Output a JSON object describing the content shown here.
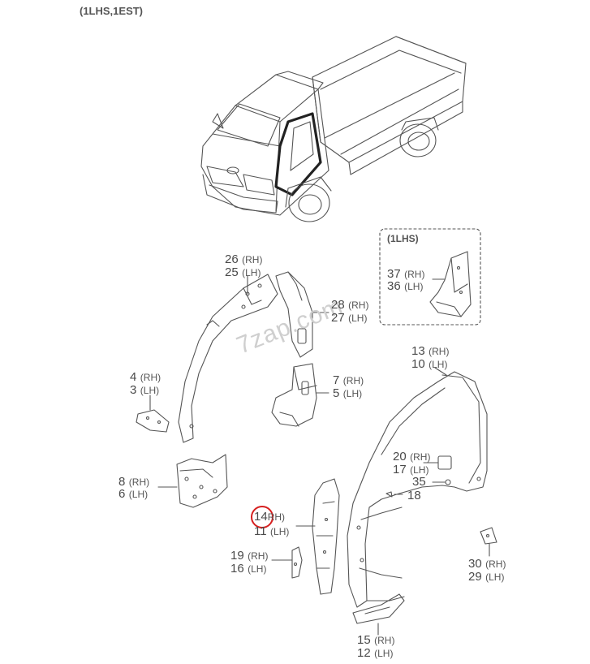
{
  "header": {
    "variant": "(1LHS,1EST)"
  },
  "inset_title": "(1LHS)",
  "watermark": "7zap.com",
  "colors": {
    "line": "#555555",
    "highlight": "#d62020",
    "text": "#4a4a4a"
  },
  "labels": [
    {
      "id": "26",
      "rh": "(RH)"
    },
    {
      "id": "25",
      "lh": "(LH)"
    },
    {
      "id": "28",
      "rh": "(RH)"
    },
    {
      "id": "27",
      "lh": "(LH)"
    },
    {
      "id": "37",
      "rh": "(RH)"
    },
    {
      "id": "36",
      "lh": "(LH)"
    },
    {
      "id": "13",
      "rh": "(RH)"
    },
    {
      "id": "10",
      "lh": "(LH)"
    },
    {
      "id": "4",
      "rh": "(RH)"
    },
    {
      "id": "3",
      "lh": "(LH)"
    },
    {
      "id": "7",
      "rh": "(RH)"
    },
    {
      "id": "5",
      "lh": "(LH)"
    },
    {
      "id": "20",
      "rh": "(RH)"
    },
    {
      "id": "17",
      "lh": "(LH)"
    },
    {
      "id": "35"
    },
    {
      "id": "18"
    },
    {
      "id": "8",
      "rh": "(RH)"
    },
    {
      "id": "6",
      "lh": "(LH)"
    },
    {
      "id": "14",
      "rh": "RH)"
    },
    {
      "id": "11",
      "lh": "(LH)"
    },
    {
      "id": "19",
      "rh": "(RH)"
    },
    {
      "id": "16",
      "lh": "(LH)"
    },
    {
      "id": "30",
      "rh": "(RH)"
    },
    {
      "id": "29",
      "lh": "(LH)"
    },
    {
      "id": "15",
      "rh": "(RH)"
    },
    {
      "id": "12",
      "lh": "(LH)"
    }
  ]
}
